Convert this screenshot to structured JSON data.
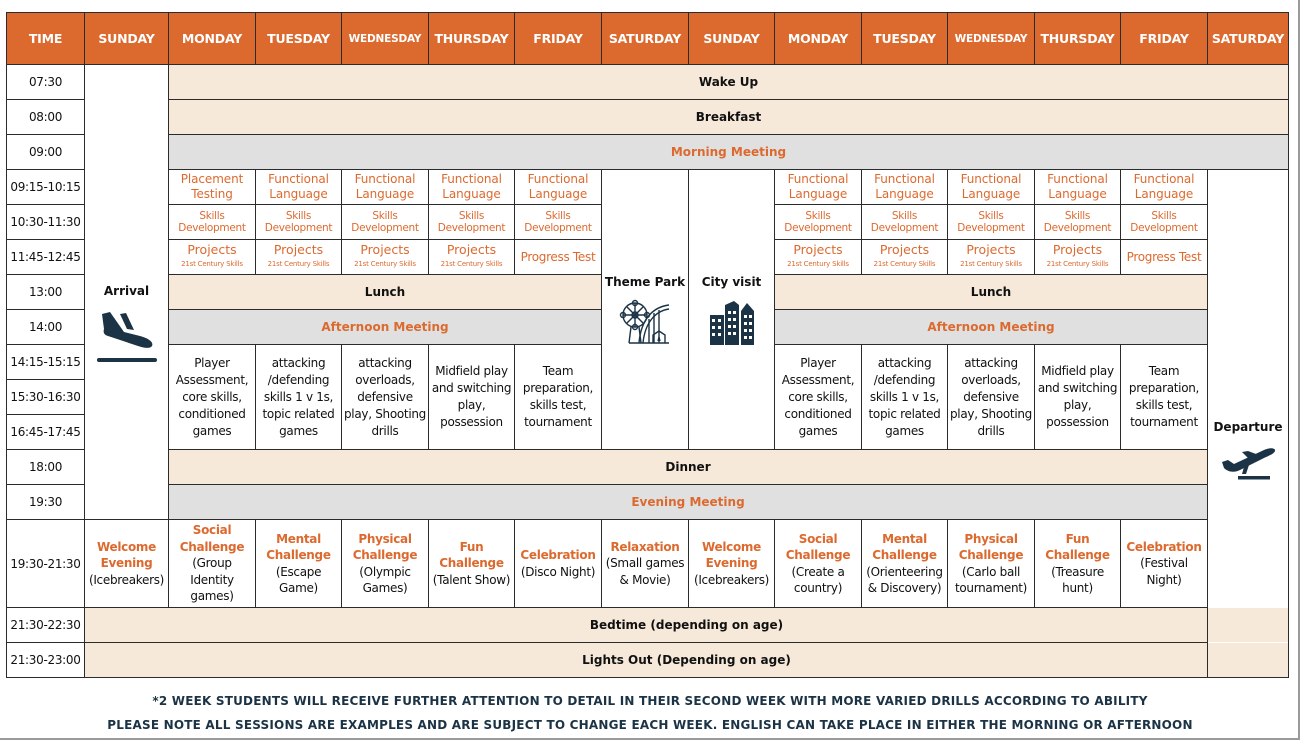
{
  "header": {
    "time": "TIME",
    "days": [
      "SUNDAY",
      "MONDAY",
      "TUESDAY",
      "WEDNESDAY",
      "THURSDAY",
      "FRIDAY",
      "SATURDAY",
      "SUNDAY",
      "MONDAY",
      "TUESDAY",
      "WEDNESDAY",
      "THURSDAY",
      "FRIDAY",
      "SATURDAY"
    ]
  },
  "times": [
    "07:30",
    "08:00",
    "09:00",
    "09:15-10:15",
    "10:30-11:30",
    "11:45-12:45",
    "13:00",
    "14:00",
    "14:15-15:15",
    "15:30-16:30",
    "16:45-17:45",
    "18:00",
    "19:30",
    "19:30-21:30",
    "21:30-22:30",
    "21:30-23:00"
  ],
  "banners": {
    "wake_up": "Wake Up",
    "breakfast": "Breakfast",
    "morning_meeting": "Morning Meeting",
    "lunch": "Lunch",
    "afternoon_meeting": "Afternoon Meeting",
    "dinner": "Dinner",
    "evening_meeting": "Evening Meeting",
    "bedtime": "Bedtime (depending on age)",
    "lights_out": "Lights Out (Depending on age)"
  },
  "arrival": {
    "label": "Arrival",
    "icon": "plane-landing-icon"
  },
  "departure": {
    "label": "Departure",
    "icon": "plane-takeoff-icon"
  },
  "excursions": {
    "saturday": {
      "label": "Theme Park",
      "icon": "theme-park-icon"
    },
    "sunday": {
      "label": "City visit",
      "icon": "city-buildings-icon"
    }
  },
  "week1": {
    "slot1": [
      "Placement Testing",
      "Functional Language",
      "Functional Language",
      "Functional Language",
      "Functional Language"
    ],
    "slot2": [
      "Skills Development",
      "Skills Development",
      "Skills Development",
      "Skills Development",
      "Skills Development"
    ],
    "slot3": [
      {
        "title": "Projects",
        "sub": "21st Century Skills"
      },
      {
        "title": "Projects",
        "sub": "21st Century Skills"
      },
      {
        "title": "Projects",
        "sub": "21st Century Skills"
      },
      {
        "title": "Projects",
        "sub": "21st Century Skills"
      },
      {
        "title": "Progress Test",
        "sub": ""
      }
    ],
    "football": [
      "Player Assessment, core skills, conditioned games",
      "attacking /defending skills 1 v 1s, topic related games",
      "attacking overloads, defensive play, Shooting drills",
      "Midfield play and switching play, possession",
      "Team preparation, skills test, tournament"
    ]
  },
  "week2": {
    "slot1": [
      "Functional Language",
      "Functional Language",
      "Functional Language",
      "Functional Language",
      "Functional Language"
    ],
    "slot2": [
      "Skills Development",
      "Skills Development",
      "Skills Development",
      "Skills Development",
      "Skills Development"
    ],
    "slot3": [
      {
        "title": "Projects",
        "sub": "21st Century Skills"
      },
      {
        "title": "Projects",
        "sub": "21st Century Skills"
      },
      {
        "title": "Projects",
        "sub": "21st Century Skills"
      },
      {
        "title": "Projects",
        "sub": "21st Century Skills"
      },
      {
        "title": "Progress Test",
        "sub": ""
      }
    ],
    "football": [
      "Player Assessment, core skills, conditioned games",
      "attacking /defending skills 1 v 1s, topic related games",
      "attacking overloads, defensive play, Shooting drills",
      "Midfield play and switching play, possession",
      "Team preparation, skills test, tournament"
    ]
  },
  "evenings": [
    {
      "title": "Welcome Evening",
      "detail": "(Icebreakers)"
    },
    {
      "title": "Social Challenge",
      "detail": "(Group Identity games)"
    },
    {
      "title": "Mental Challenge",
      "detail": "(Escape Game)"
    },
    {
      "title": "Physical Challenge",
      "detail": "(Olympic Games)"
    },
    {
      "title": "Fun Challenge",
      "detail": "(Talent Show)"
    },
    {
      "title": "Celebration",
      "detail": "(Disco Night)"
    },
    {
      "title": "Relaxation",
      "detail": "(Small games & Movie)"
    },
    {
      "title": "Welcome Evening",
      "detail": "(Icebreakers)"
    },
    {
      "title": "Social Challenge",
      "detail": "(Create a country)"
    },
    {
      "title": "Mental Challenge",
      "detail": "(Orienteering & Discovery)"
    },
    {
      "title": "Physical Challenge",
      "detail": "(Carlo ball tournament)"
    },
    {
      "title": "Fun Challenge",
      "detail": "(Treasure hunt)"
    },
    {
      "title": "Celebration",
      "detail": "(Festival Night)"
    }
  ],
  "footer": {
    "line1": "*2 WEEK STUDENTS WILL RECEIVE FURTHER ATTENTION TO DETAIL IN THEIR SECOND WEEK WITH MORE VARIED DRILLS ACCORDING TO ABILITY",
    "line2": "PLEASE NOTE ALL SESSIONS ARE EXAMPLES AND ARE SUBJECT TO CHANGE EACH WEEK. ENGLISH CAN TAKE PLACE IN EITHER THE MORNING OR AFTERNOON"
  },
  "colors": {
    "header": "#dc6a2f",
    "accent_text": "#dc6a2f",
    "cream": "#f6e9da",
    "grey": "#e0e0e0",
    "icon": "#1b3344"
  }
}
